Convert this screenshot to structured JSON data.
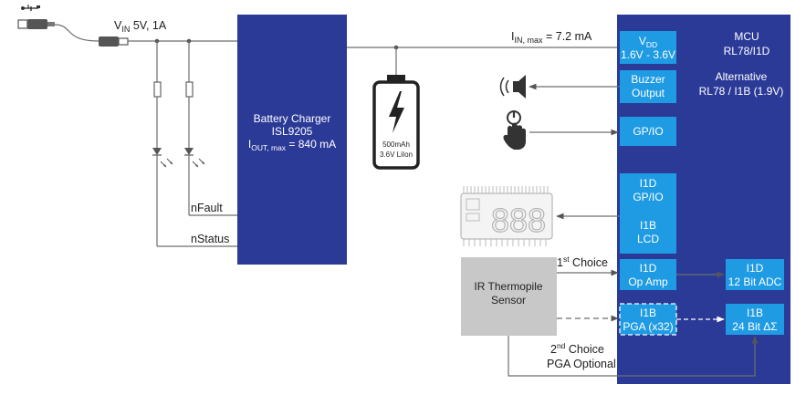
{
  "input": {
    "vin_label": "V",
    "vin_sub": "IN",
    "vin_value": " 5V, 1A",
    "signals": {
      "nfault": "nFault",
      "nstatus": "nStatus"
    }
  },
  "charger": {
    "title": "Battery Charger",
    "part": "ISL9205",
    "iout_label": "I",
    "iout_sub": "OUT, max",
    "iout_value": " = 840 mA"
  },
  "battery": {
    "capacity": "500mAh",
    "chemistry": "3.6V LiIon"
  },
  "iin": {
    "label": "I",
    "sub": "IN, max",
    "value": " = 7.2 mA"
  },
  "mcu": {
    "title": "MCU",
    "part": "RL78/I1D",
    "alt_label": "Alternative",
    "alt_part": "RL78 / I1B (1.9V)",
    "vdd": {
      "label": "V",
      "sub": "DD",
      "range": "1.6V - 3.6V"
    },
    "buzzer": [
      "Buzzer",
      "Output"
    ],
    "gpio": "GP/IO",
    "lcd_block": [
      "I1D",
      "GP/IO",
      "I1B",
      "LCD"
    ],
    "opamp": [
      "I1D",
      "Op Amp"
    ],
    "adc": [
      "I1D",
      "12 Bit ADC"
    ],
    "pga": [
      "I1B",
      "PGA (x32)"
    ],
    "dsigma": [
      "I1B",
      "24 Bit ΔΣ"
    ]
  },
  "sensor": {
    "line1": "IR Thermopile",
    "line2": "Sensor"
  },
  "paths": {
    "first_num": "1",
    "first_sup": "st",
    "first_text": " Choice",
    "second_num": "2",
    "second_sup": "nd",
    "second_text": " Choice",
    "second_note": "PGA Optional"
  },
  "lcd": {
    "digits": "888"
  },
  "colors": {
    "mcu_blue": "#2b3a97",
    "block_blue": "#1f9be4",
    "sensor_gray": "#c8c8c8",
    "wire_gray": "#6e6e6e"
  },
  "icons": [
    "usb-icon",
    "usb-cable-icon",
    "battery-bolt-icon",
    "speaker-icon",
    "touch-button-icon",
    "lcd-display-icon",
    "led-icon"
  ]
}
